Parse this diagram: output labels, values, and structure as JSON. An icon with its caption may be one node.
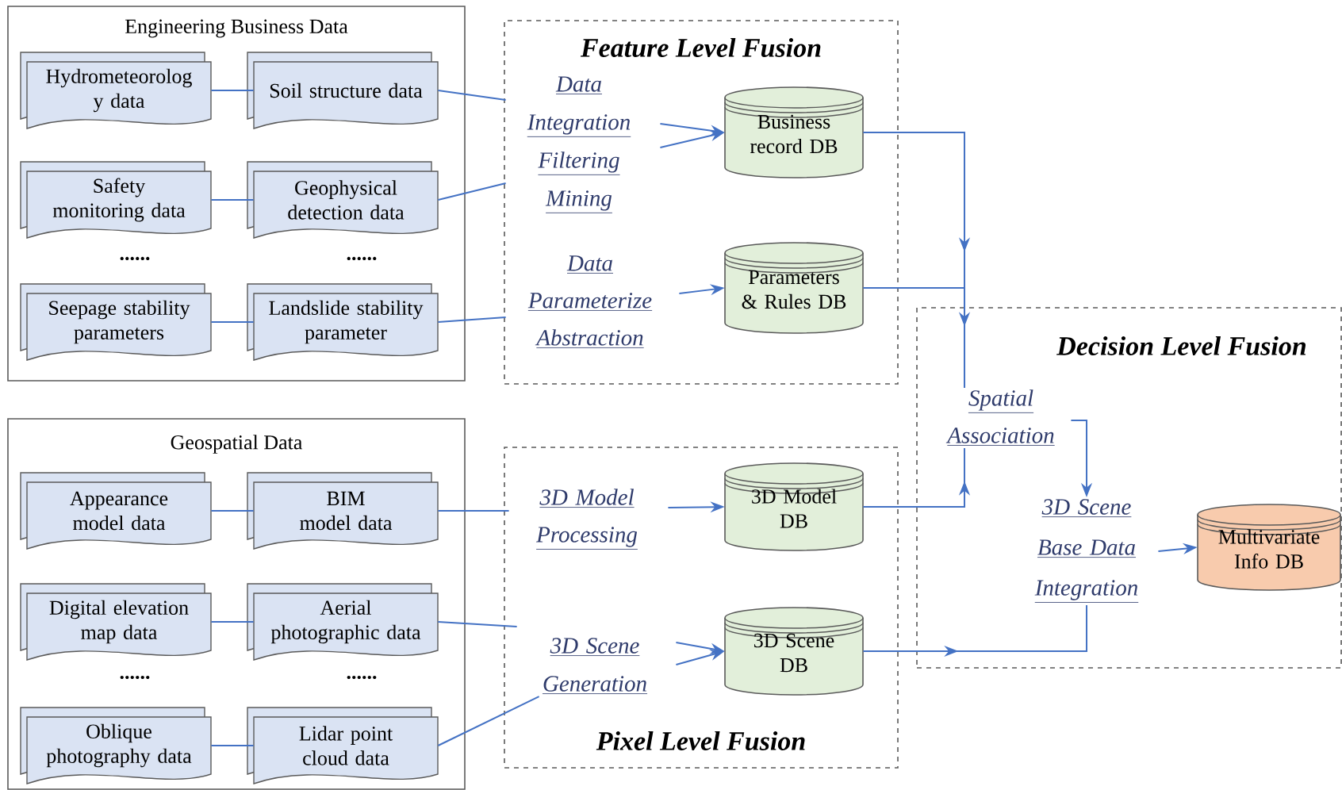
{
  "diagram": {
    "nodes": [
      {
        "text": [
          "Engineering Business Data"
        ]
      },
      {
        "text": [
          "Hydrometeorolog y data"
        ],
        "in": 0
      },
      {
        "text": [
          "Soil structure data"
        ],
        "in": 0
      },
      {
        "text": [
          "Safety monitoring data"
        ],
        "in": 0
      },
      {
        "text": [
          "Geophysical detection data"
        ],
        "in": 0
      },
      {
        "text": [
          "Seepage stability parameters"
        ],
        "in": 0
      },
      {
        "text": [
          "Landslide stability parameter"
        ],
        "in": 0
      },
      {
        "text": [
          "Feature Level Fusion"
        ]
      },
      {
        "text": [
          "Data",
          "Integration",
          "Filtering",
          "Mining"
        ],
        "in": 7
      },
      {
        "text": [
          "Business record DB"
        ],
        "in": 7
      },
      {
        "text": [
          "Data",
          "Parameterize",
          "Abstraction"
        ],
        "in": 7
      },
      {
        "text": [
          "Parameters & Rules DB"
        ],
        "in": 7
      },
      {
        "text": [
          "Geospatial Data"
        ]
      },
      {
        "text": [
          "Appearance model data"
        ],
        "in": 12
      },
      {
        "text": [
          "BIM model data"
        ],
        "in": 12
      },
      {
        "text": [
          "Digital elevation map data"
        ],
        "in": 12
      },
      {
        "text": [
          "Aerial photographic data"
        ],
        "in": 12
      },
      {
        "text": [
          "Oblique photography data"
        ],
        "in": 12
      },
      {
        "text": [
          "Lidar point cloud data"
        ],
        "in": 12
      },
      {
        "text": [
          "Pixel Level Fusion"
        ]
      },
      {
        "text": [
          "3D Model",
          "Processing"
        ],
        "in": 19
      },
      {
        "text": [
          "3D Model DB"
        ],
        "in": 19
      },
      {
        "text": [
          "3D Scene",
          "Generation"
        ],
        "in": 19
      },
      {
        "text": [
          "3D Scene DB"
        ],
        "in": 19
      },
      {
        "text": [
          "Decision Level Fusion"
        ]
      },
      {
        "text": [
          "Spatial",
          "Association"
        ],
        "in": 24
      },
      {
        "text": [
          "3D Scene",
          "Base Data",
          "Integration"
        ],
        "in": 24
      },
      {
        "text": [
          "Multivariate Info DB"
        ],
        "in": 24
      }
    ],
    "edges": [
      {
        "from": 1,
        "to": 2,
        "arrow": "none"
      },
      {
        "from": 3,
        "to": 4,
        "arrow": "none"
      },
      {
        "from": 5,
        "to": 6,
        "arrow": "none"
      },
      {
        "from": 2,
        "to": 8,
        "arrow": "none"
      },
      {
        "from": 4,
        "to": 8,
        "arrow": "none"
      },
      {
        "from": 6,
        "to": 10,
        "arrow": "none"
      },
      {
        "from": 8,
        "to": 9,
        "arrow": "to"
      },
      {
        "from": 8,
        "to": 9,
        "arrow": "to"
      },
      {
        "from": 10,
        "to": 11,
        "arrow": "to"
      },
      {
        "from": 13,
        "to": 14,
        "arrow": "none"
      },
      {
        "from": 15,
        "to": 16,
        "arrow": "none"
      },
      {
        "from": 17,
        "to": 18,
        "arrow": "none"
      },
      {
        "from": 14,
        "to": 20,
        "arrow": "none"
      },
      {
        "from": 16,
        "to": 22,
        "arrow": "none"
      },
      {
        "from": 18,
        "to": 22,
        "arrow": "none"
      },
      {
        "from": 20,
        "to": 21,
        "arrow": "to"
      },
      {
        "from": 22,
        "to": 23,
        "arrow": "to"
      },
      {
        "from": 22,
        "to": 23,
        "arrow": "to"
      },
      {
        "from": 9,
        "to": 25,
        "arrow": "to"
      },
      {
        "from": 11,
        "to": 25,
        "arrow": "to"
      },
      {
        "from": 21,
        "to": 25,
        "arrow": "to"
      },
      {
        "from": 25,
        "to": 26,
        "arrow": "to"
      },
      {
        "from": 23,
        "to": 26,
        "arrow": "to"
      },
      {
        "from": 26,
        "to": 27,
        "arrow": "to"
      }
    ],
    "labels": [
      "......",
      "......",
      "......",
      "......"
    ]
  }
}
